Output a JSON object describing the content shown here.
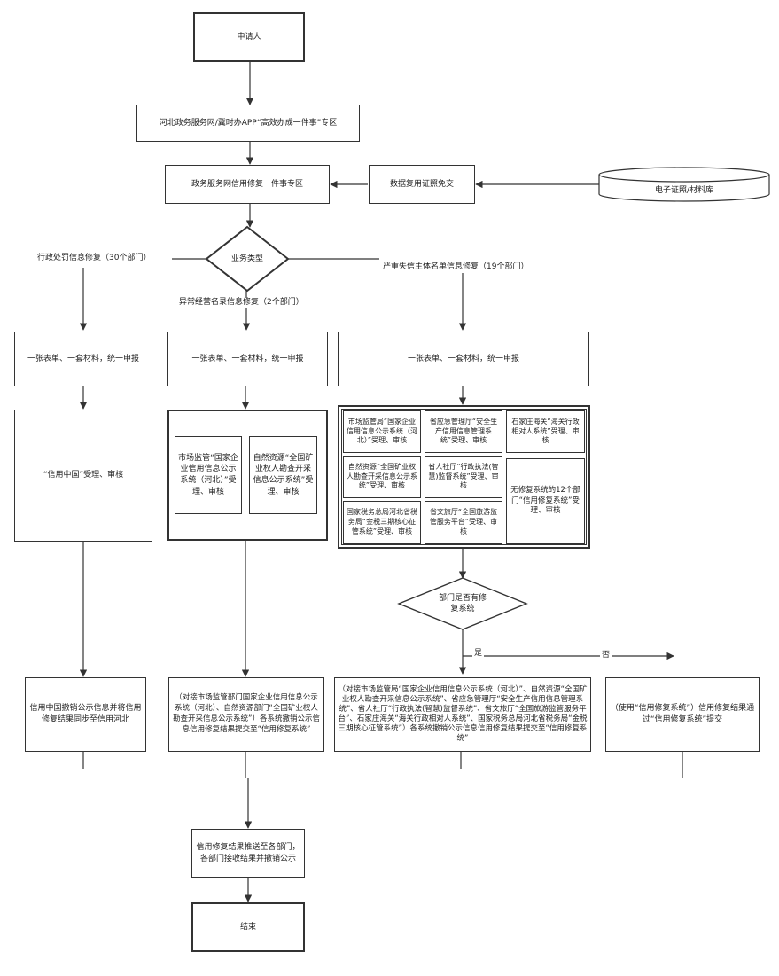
{
  "start": "申请人",
  "portal": "河北政务服务网/冀时办APP“高效办成一件事”专区",
  "zone": "政务服务网信用修复一件事专区",
  "reuse": "数据复用证照免交",
  "library": "电子证照/材料库",
  "decision_type": "业务类型",
  "branch_left": "行政处罚信息修复（30个部门）",
  "branch_mid": "异常经营名录信息修复（2个部门）",
  "branch_right": "严重失信主体名单信息修复（19个部门）",
  "form_left": "一张表单、一套材料，统一申报",
  "form_mid": "一张表单、一套材料，统一申报",
  "form_right": "一张表单、一套材料，统一申报",
  "credit_china": "“信用中国”受理、审核",
  "mid_sub": [
    "市场监管“国家企业信用信息公示系统（河北）”受理、审核",
    "自然资源“全国矿业权人勘查开采信息公示系统”受理、审核"
  ],
  "right_sub": [
    "市场监管局“国家企业信用信息公示系统（河北）”受理、审核",
    "省应急管理厅“安全生产信用信息管理系统”受理、审核",
    "石家庄海关“海关行政相对人系统”受理、审核",
    "自然资源“全国矿业权人勘查开采信息公示系统”受理、审核",
    "省人社厅“行政执法(智慧)监督系统”受理、审核",
    "国家税务总局河北省税务局“金税三期核心征管系统”受理、审核",
    "省文旅厅“全国旅游监管服务平台”受理、审核",
    "无修复系统的12个部门“信用修复系统”受理、审核"
  ],
  "decision_system": "部门是否有修复系统",
  "yes_label": "是",
  "no_label": "否",
  "result_left": "信用中国撤销公示信息并将信用修复结果同步至信用河北",
  "result_mid": "（对接市场监管部门国家企业信用信息公示系统（河北）、自然资源部门“全国矿业权人勘查开采信息公示系统”）各系统撤销公示信息信用修复结果提交至“信用修复系统”",
  "result_right": "（对接市场监管局“国家企业信用信息公示系统（河北）”、自然资源“全国矿业权人勘查开采信息公示系统”、省应急管理厅“安全生产信用信息管理系统”、省人社厅“行政执法(智慧)监督系统”、省文旅厅“全国旅游监管服务平台”、石家庄海关“海关行政相对人系统”、国家税务总局河北省税务局“金税三期核心征管系统”）各系统撤销公示信息信用修复结果提交至“信用修复系统”",
  "result_no": "（使用“信用修复系统”）信用修复结果通过“信用修复系统”提交",
  "push": "信用修复结果推送至各部门，各部门接收结果并撤销公示",
  "end": "结束",
  "colors": {
    "line": "#333333",
    "fill": "#ffffff",
    "text": "#222222"
  }
}
